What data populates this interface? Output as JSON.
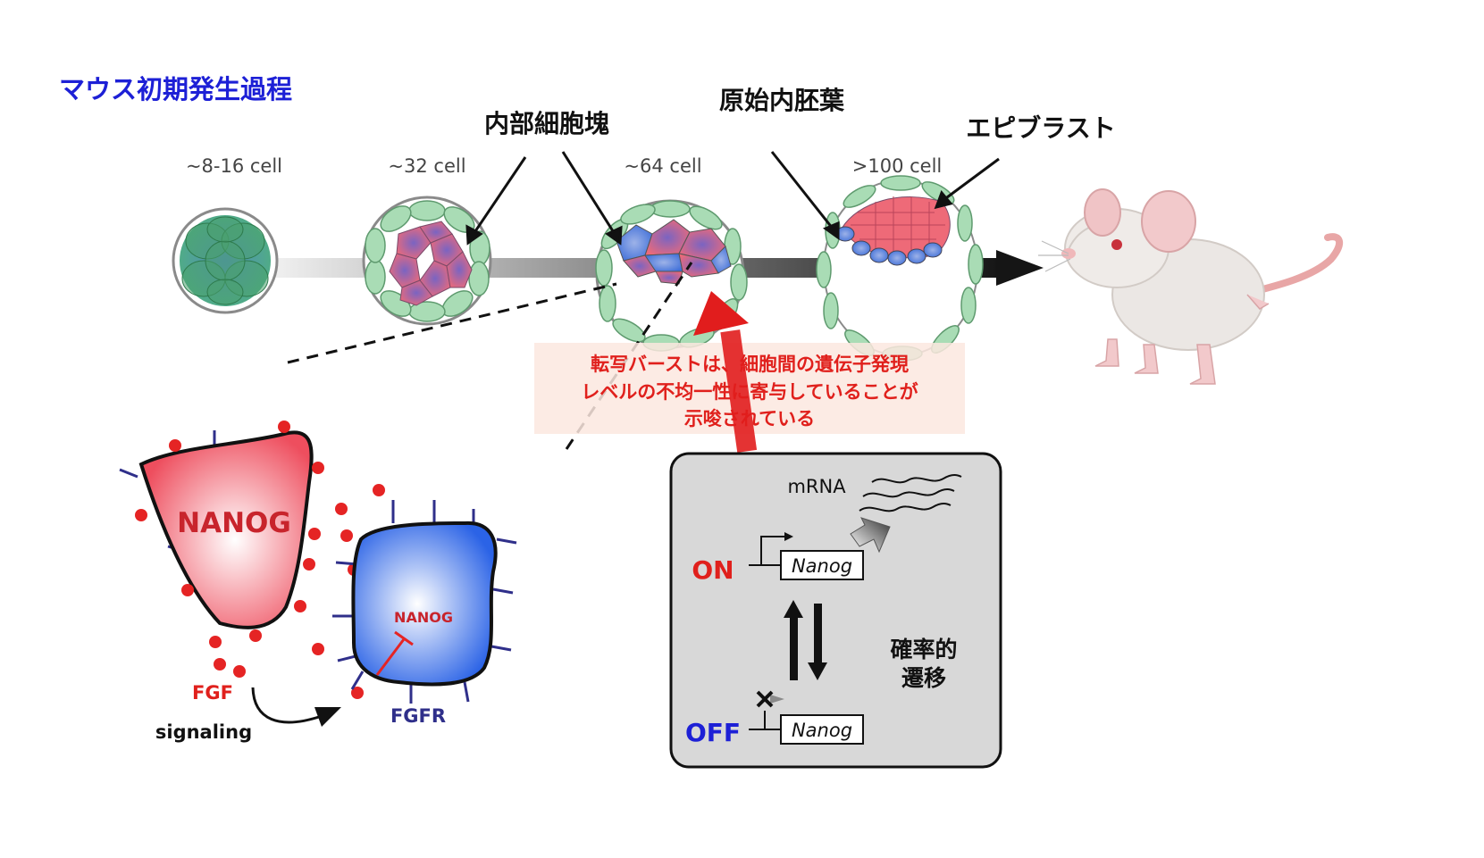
{
  "title": "マウス初期発生過程",
  "stages": [
    {
      "label": "~8-16 cell"
    },
    {
      "label": "~32 cell"
    },
    {
      "label": "~64 cell"
    },
    {
      "label": ">100 cell"
    }
  ],
  "annotations": {
    "icm": "内部細胞塊",
    "primitive_endoderm": "原始内胚葉",
    "epiblast": "エピブラスト"
  },
  "note": {
    "line1": "転写バーストは、細胞間の遺伝子発現",
    "line2": "レベルの不均一性に寄与していることが",
    "line3": "示唆されている"
  },
  "signaling": {
    "nanog_large": "NANOG",
    "nanog_small": "NANOG",
    "fgf": "FGF",
    "fgfr": "FGFR",
    "signaling": "signaling"
  },
  "burst": {
    "mrna": "mRNA",
    "on": "ON",
    "off": "OFF",
    "gene_on": "Nanog",
    "gene_off": "Nanog",
    "transition_line1": "確率的",
    "transition_line2": "遷移"
  },
  "colors": {
    "title": "#1d20d6",
    "red_text": "#e0201c",
    "blue_text": "#1d20d6",
    "nanog_cell": "#ee5a6a",
    "blue_cell": "#3f74e0",
    "trophectoderm": "#a9dcb5",
    "note_bg": "#fdf0ea",
    "panel_bg": "#d8d8d8"
  }
}
